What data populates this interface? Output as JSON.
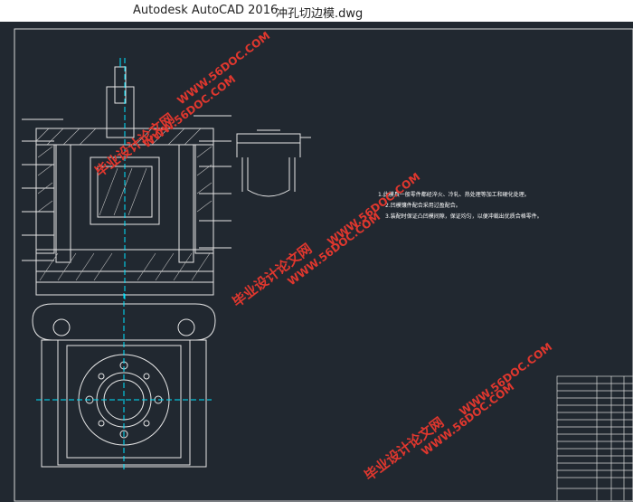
{
  "window": {
    "app_name": "Autodesk AutoCAD 2016",
    "file_name": "冲孔切边模.dwg"
  },
  "watermarks": {
    "site": "WWW.56DOC.COM",
    "name": "毕业设计论文网"
  },
  "drawing_notes": {
    "line1": "1.此模具一般零件都经淬火、冷轧、热处理等加工和硬化处理。",
    "line2": "2.凹模镶件配合采用过盈配合。",
    "line3": "3.装配时保证凸凹模间隙，保证均匀，以便冲裁出优质合格零件。"
  },
  "colors": {
    "canvas_bg": "#212830",
    "line_white": "#e8e8e8",
    "accent_cyan": "#00e5ff",
    "watermark_red": "#e0372e"
  }
}
